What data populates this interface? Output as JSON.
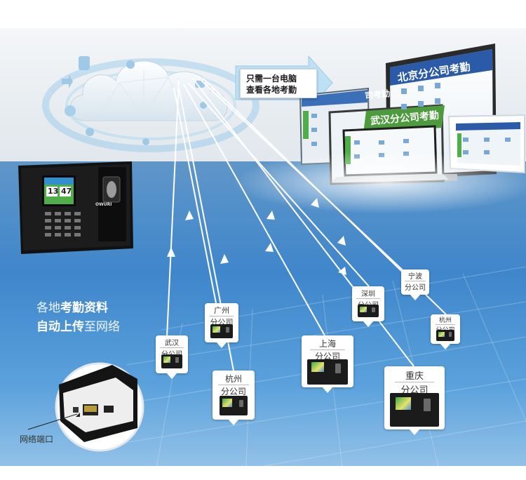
{
  "callout": {
    "line1": "只需一台电脑",
    "line2": "查看各地考勤"
  },
  "screens": {
    "beijing_title": "北京分公司考勤",
    "wuhan_title": "武汉分公司考勤",
    "left_title": "司考勤"
  },
  "device": {
    "brand": "OWURI",
    "time_hour": "13",
    "time_min": "47"
  },
  "headline": {
    "line1_plain": "各地",
    "line1_bold": "考勤资料",
    "line2_bold": "自动上传",
    "line2_plain": "至网络"
  },
  "port_label": "网络端口",
  "branches": [
    {
      "name": "wuhan",
      "line1": "武汉",
      "line2": "分公司"
    },
    {
      "name": "guangzhou",
      "line1": "广州",
      "line2": "分公司"
    },
    {
      "name": "hangzhou-center",
      "line1": "杭州",
      "line2": "分公司"
    },
    {
      "name": "shanghai",
      "line1": "上海",
      "line2": "分公司"
    },
    {
      "name": "shenzhen",
      "line1": "深圳",
      "line2": "分公司"
    },
    {
      "name": "ningbo",
      "line1": "宁波",
      "line2": "分公司"
    },
    {
      "name": "hangzhou-right",
      "line1": "杭州",
      "line2": "分公司"
    },
    {
      "name": "chongqing",
      "line1": "重庆",
      "line2": "分公司"
    }
  ],
  "colors": {
    "accent": "#3f86cb",
    "arrow": "#ffffff",
    "screen_header": "#2a5aa8"
  },
  "icons": [
    "cloud-icon",
    "arrow-right-icon",
    "fingerprint-icon",
    "ethernet-port-icon"
  ]
}
